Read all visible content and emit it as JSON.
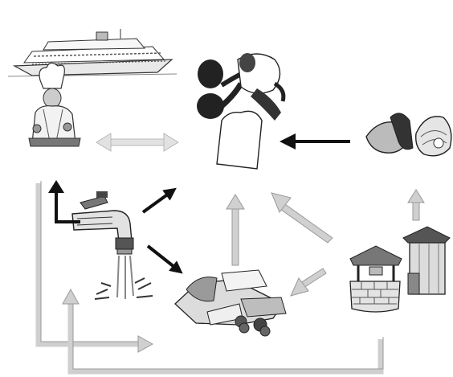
{
  "nodes": [
    {
      "id": "cruise-ship",
      "icon": "cruise-ship-icon"
    },
    {
      "id": "chef",
      "icon": "chef-icon"
    },
    {
      "id": "parent-child",
      "icon": "parent-child-icon"
    },
    {
      "id": "shellfish",
      "icon": "shellfish-icon"
    },
    {
      "id": "water-tap",
      "icon": "water-tap-icon"
    },
    {
      "id": "food",
      "icon": "food-icon"
    },
    {
      "id": "well",
      "icon": "well-icon"
    },
    {
      "id": "outhouse",
      "icon": "outhouse-icon"
    }
  ],
  "colors": {
    "arrow_dark": "#111111",
    "arrow_light": "#c8c8c8",
    "arrow_light_outline": "#9a9a9a",
    "arrow_double": "#dadada",
    "ink": "#222222"
  },
  "arrows": [
    {
      "name": "arrow-shellfish-to-person",
      "style": "dark"
    },
    {
      "name": "arrow-chef-person-double",
      "style": "double"
    },
    {
      "name": "arrow-tap-to-person",
      "style": "dark"
    },
    {
      "name": "arrow-tap-to-food",
      "style": "dark"
    },
    {
      "name": "arrow-tap-to-chef",
      "style": "dark"
    },
    {
      "name": "arrow-food-to-person",
      "style": "light"
    },
    {
      "name": "arrow-well-to-person",
      "style": "light"
    },
    {
      "name": "arrow-well-to-food",
      "style": "light"
    },
    {
      "name": "arrow-outhouse-to-shellfish",
      "style": "light"
    },
    {
      "name": "arrow-left-loop-to-food",
      "style": "light"
    },
    {
      "name": "arrow-well-loop-to-tap",
      "style": "light"
    }
  ]
}
